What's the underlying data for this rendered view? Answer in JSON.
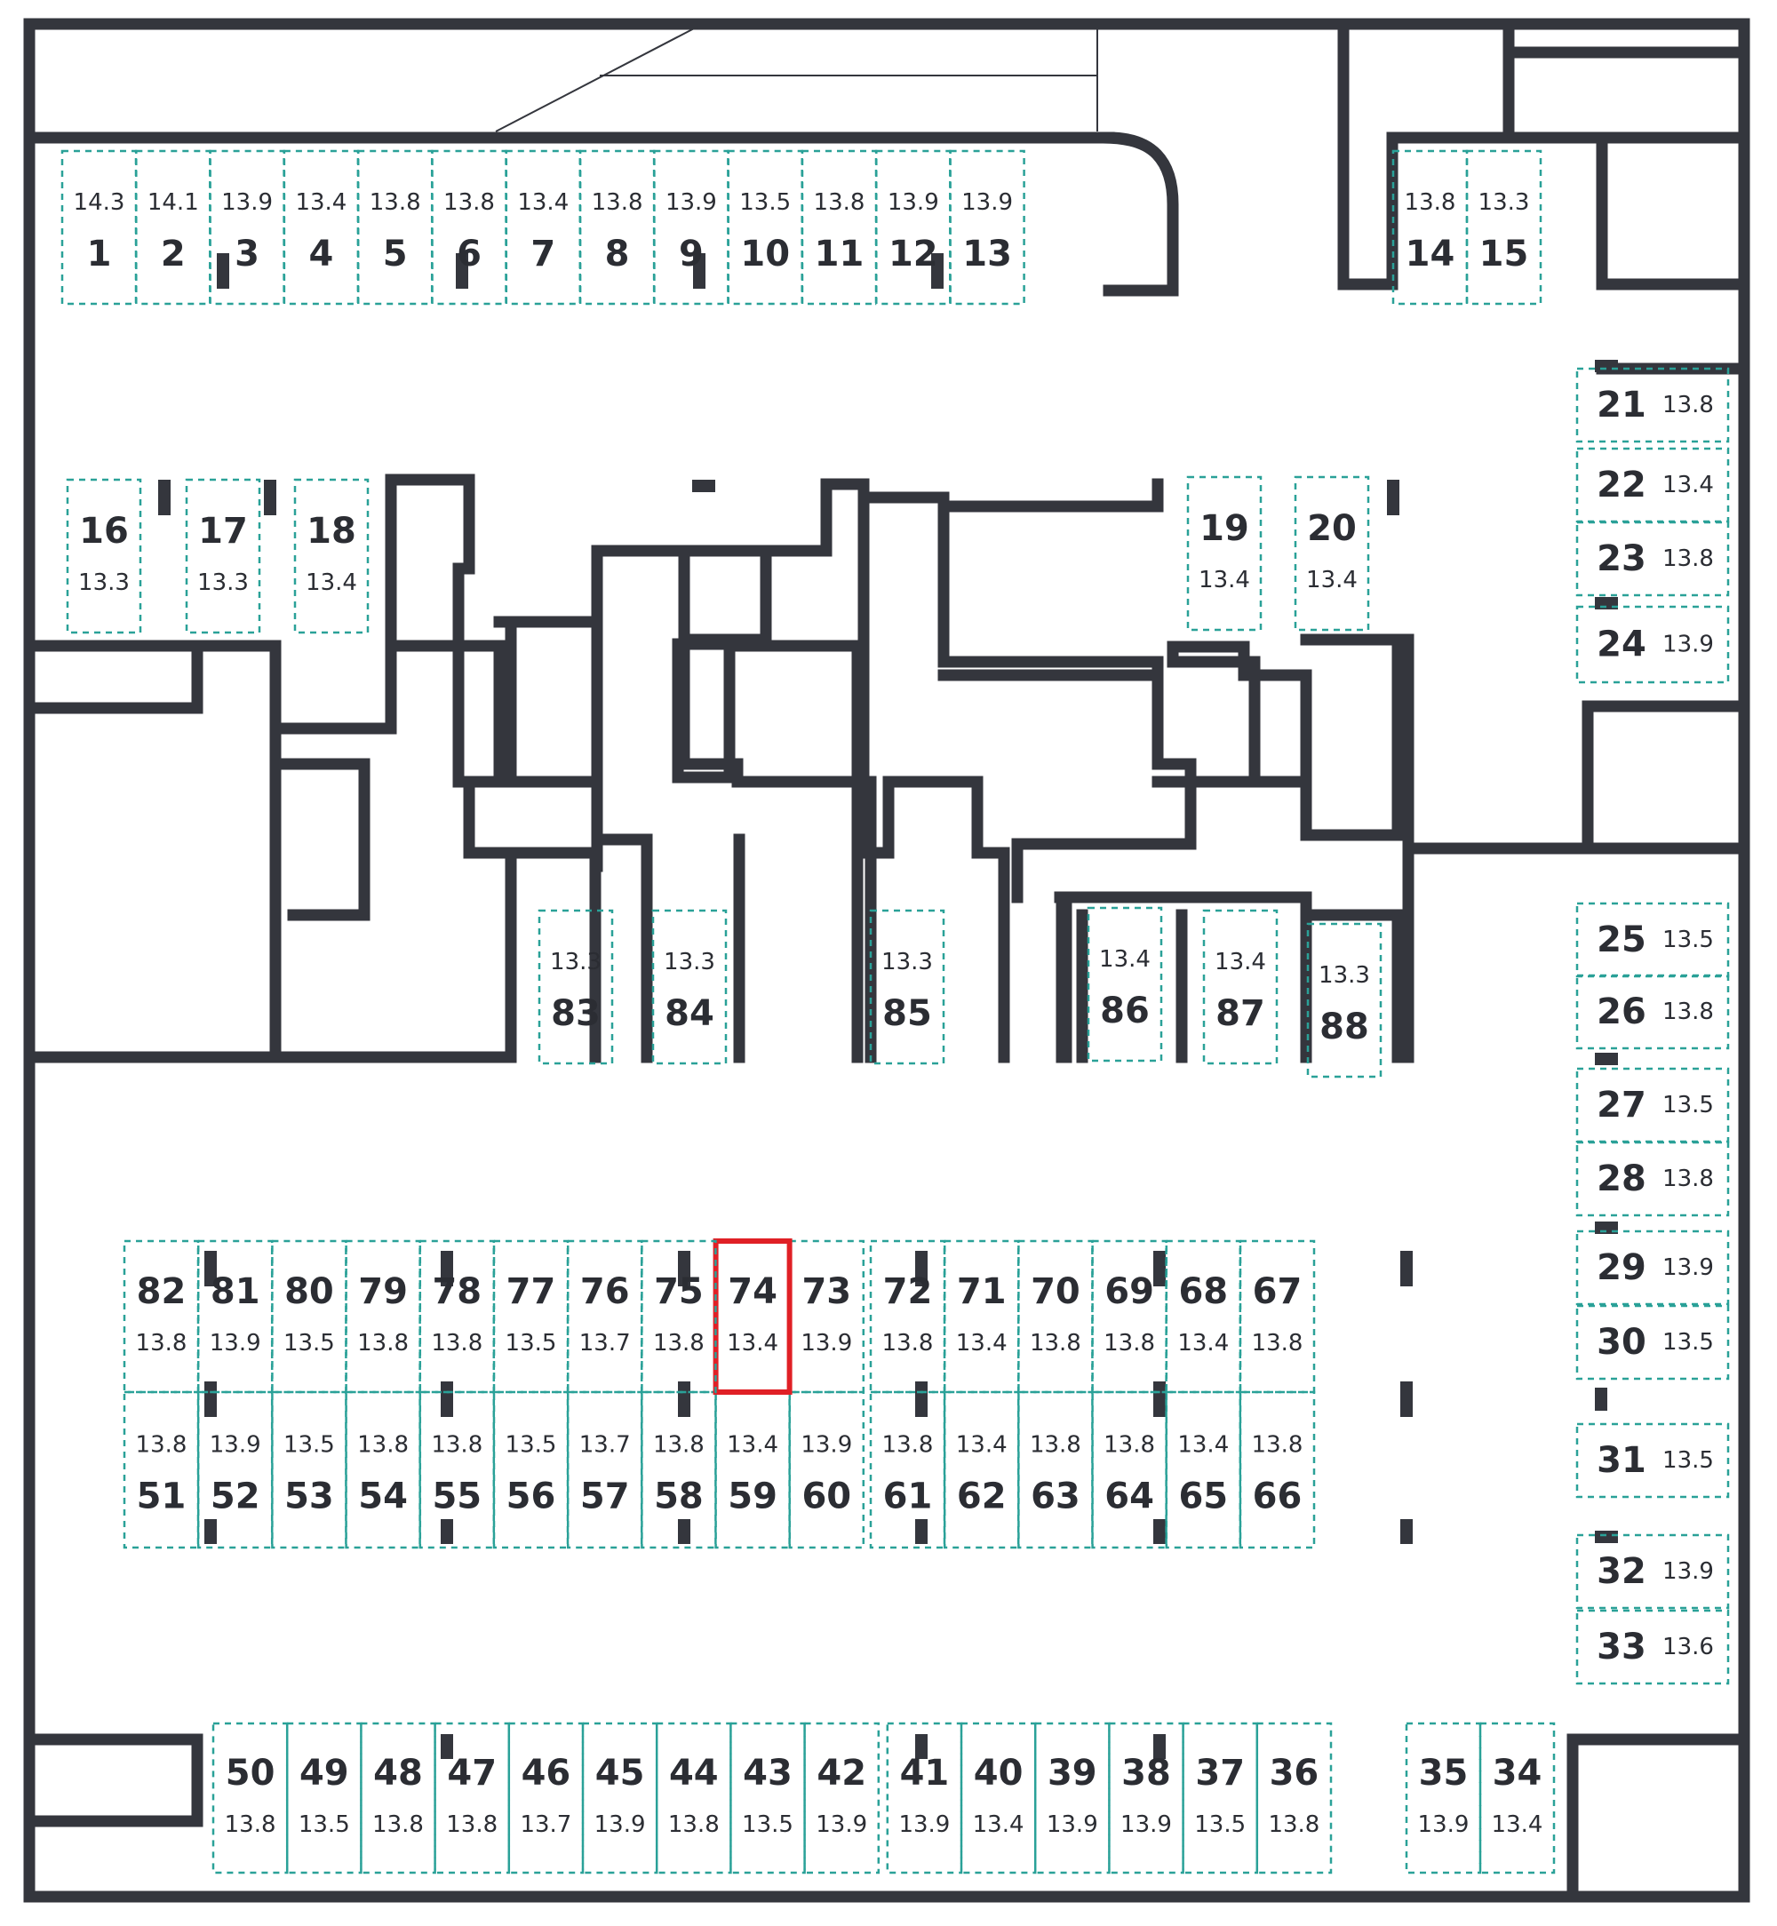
{
  "accent_color": "#2aa198",
  "selected_color": "#e02026",
  "wall_color": "#34363d",
  "selected_spot": "74",
  "spots": [
    {
      "n": "1",
      "a": "14.3"
    },
    {
      "n": "2",
      "a": "14.1"
    },
    {
      "n": "3",
      "a": "13.9"
    },
    {
      "n": "4",
      "a": "13.4"
    },
    {
      "n": "5",
      "a": "13.8"
    },
    {
      "n": "6",
      "a": "13.8"
    },
    {
      "n": "7",
      "a": "13.4"
    },
    {
      "n": "8",
      "a": "13.8"
    },
    {
      "n": "9",
      "a": "13.9"
    },
    {
      "n": "10",
      "a": "13.5"
    },
    {
      "n": "11",
      "a": "13.8"
    },
    {
      "n": "12",
      "a": "13.9"
    },
    {
      "n": "13",
      "a": "13.9"
    },
    {
      "n": "14",
      "a": "13.8"
    },
    {
      "n": "15",
      "a": "13.3"
    },
    {
      "n": "16",
      "a": "13.3"
    },
    {
      "n": "17",
      "a": "13.3"
    },
    {
      "n": "18",
      "a": "13.4"
    },
    {
      "n": "19",
      "a": "13.4"
    },
    {
      "n": "20",
      "a": "13.4"
    },
    {
      "n": "21",
      "a": "13.8"
    },
    {
      "n": "22",
      "a": "13.4"
    },
    {
      "n": "23",
      "a": "13.8"
    },
    {
      "n": "24",
      "a": "13.9"
    },
    {
      "n": "25",
      "a": "13.5"
    },
    {
      "n": "26",
      "a": "13.8"
    },
    {
      "n": "27",
      "a": "13.5"
    },
    {
      "n": "28",
      "a": "13.8"
    },
    {
      "n": "29",
      "a": "13.9"
    },
    {
      "n": "30",
      "a": "13.5"
    },
    {
      "n": "31",
      "a": "13.5"
    },
    {
      "n": "32",
      "a": "13.9"
    },
    {
      "n": "33",
      "a": "13.6"
    },
    {
      "n": "34",
      "a": "13.4"
    },
    {
      "n": "35",
      "a": "13.9"
    },
    {
      "n": "36",
      "a": "13.8"
    },
    {
      "n": "37",
      "a": "13.5"
    },
    {
      "n": "38",
      "a": "13.9"
    },
    {
      "n": "39",
      "a": "13.9"
    },
    {
      "n": "40",
      "a": "13.4"
    },
    {
      "n": "41",
      "a": "13.9"
    },
    {
      "n": "42",
      "a": "13.9"
    },
    {
      "n": "43",
      "a": "13.5"
    },
    {
      "n": "44",
      "a": "13.8"
    },
    {
      "n": "45",
      "a": "13.9"
    },
    {
      "n": "46",
      "a": "13.7"
    },
    {
      "n": "47",
      "a": "13.8"
    },
    {
      "n": "48",
      "a": "13.8"
    },
    {
      "n": "49",
      "a": "13.5"
    },
    {
      "n": "50",
      "a": "13.8"
    },
    {
      "n": "51",
      "a": "13.8"
    },
    {
      "n": "52",
      "a": "13.9"
    },
    {
      "n": "53",
      "a": "13.5"
    },
    {
      "n": "54",
      "a": "13.8"
    },
    {
      "n": "55",
      "a": "13.8"
    },
    {
      "n": "56",
      "a": "13.5"
    },
    {
      "n": "57",
      "a": "13.7"
    },
    {
      "n": "58",
      "a": "13.8"
    },
    {
      "n": "59",
      "a": "13.4"
    },
    {
      "n": "60",
      "a": "13.9"
    },
    {
      "n": "61",
      "a": "13.8"
    },
    {
      "n": "62",
      "a": "13.4"
    },
    {
      "n": "63",
      "a": "13.8"
    },
    {
      "n": "64",
      "a": "13.8"
    },
    {
      "n": "65",
      "a": "13.4"
    },
    {
      "n": "66",
      "a": "13.8"
    },
    {
      "n": "67",
      "a": "13.8"
    },
    {
      "n": "68",
      "a": "13.4"
    },
    {
      "n": "69",
      "a": "13.8"
    },
    {
      "n": "70",
      "a": "13.8"
    },
    {
      "n": "71",
      "a": "13.4"
    },
    {
      "n": "72",
      "a": "13.8"
    },
    {
      "n": "73",
      "a": "13.9"
    },
    {
      "n": "74",
      "a": "13.4"
    },
    {
      "n": "75",
      "a": "13.8"
    },
    {
      "n": "76",
      "a": "13.7"
    },
    {
      "n": "77",
      "a": "13.5"
    },
    {
      "n": "78",
      "a": "13.8"
    },
    {
      "n": "79",
      "a": "13.8"
    },
    {
      "n": "80",
      "a": "13.5"
    },
    {
      "n": "81",
      "a": "13.9"
    },
    {
      "n": "82",
      "a": "13.8"
    },
    {
      "n": "83",
      "a": "13.3"
    },
    {
      "n": "84",
      "a": "13.3"
    },
    {
      "n": "85",
      "a": "13.3"
    },
    {
      "n": "86",
      "a": "13.4"
    },
    {
      "n": "87",
      "a": "13.4"
    },
    {
      "n": "88",
      "a": "13.3"
    }
  ]
}
